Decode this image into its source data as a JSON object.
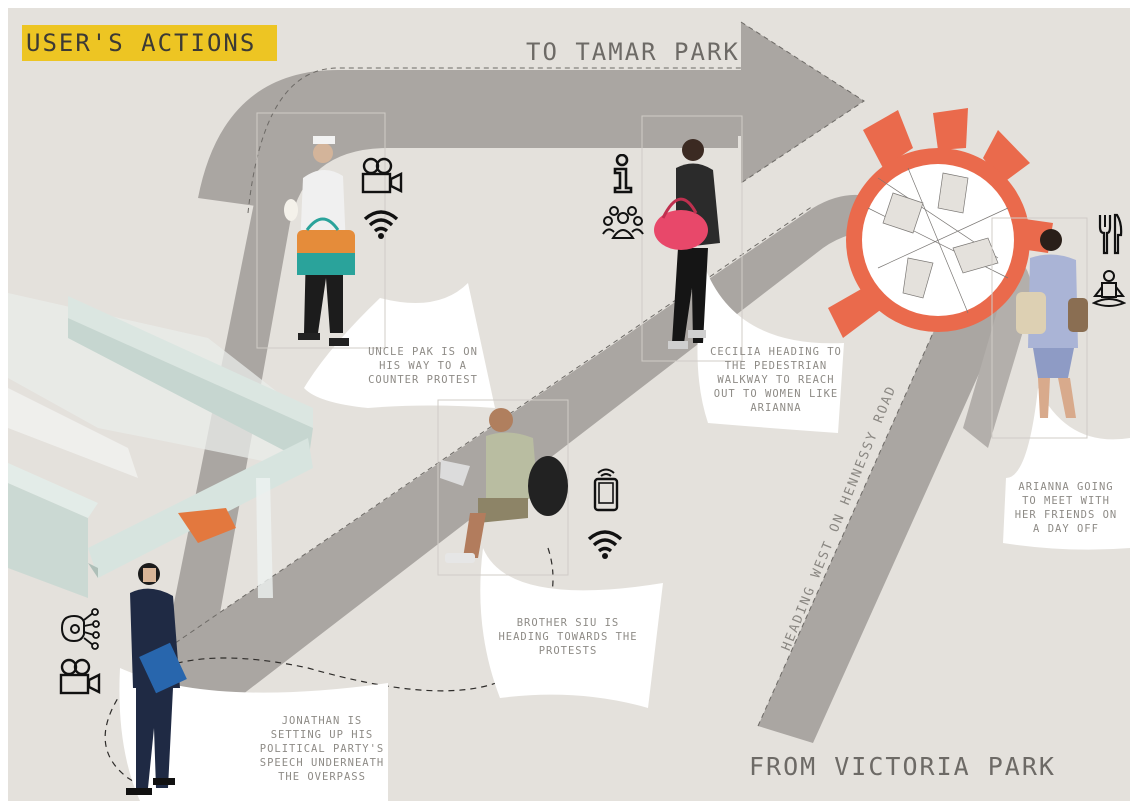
{
  "title": "USER'S ACTIONS",
  "routes": {
    "to": "TO TAMAR PARK",
    "from": "FROM VICTORIA PARK",
    "heading": "HEADING WEST ON HENNESSY ROAD"
  },
  "captions": {
    "uncle_pak": "UNCLE PAK IS ON HIS WAY TO A COUNTER PROTEST",
    "cecilia": "CECILIA HEADING TO THE PEDESTRIAN WALKWAY TO REACH OUT TO WOMEN LIKE ARIANNA",
    "arianna": "ARIANNA GOING TO MEET WITH HER FRIENDS ON A DAY OFF",
    "brother_siu": "BROTHER SIU IS HEADING TOWARDS THE PROTESTS",
    "jonathan": "JONATHAN IS SETTING UP HIS POLITICAL PARTY'S SPEECH UNDERNEATH THE OVERPASS"
  },
  "icons": {
    "uncle_pak": [
      "video-camera-icon",
      "wifi-icon"
    ],
    "cecilia": [
      "info-icon",
      "group-icon"
    ],
    "arianna": [
      "cutlery-icon",
      "meditation-icon"
    ],
    "brother_siu": [
      "smartphone-icon",
      "wifi-icon"
    ],
    "jonathan": [
      "network-icon",
      "video-camera-icon"
    ]
  },
  "colors": {
    "background": "#e4e1dc",
    "path": "#aaa6a2",
    "accent": "#ea6a4c",
    "label": "#edc523"
  }
}
